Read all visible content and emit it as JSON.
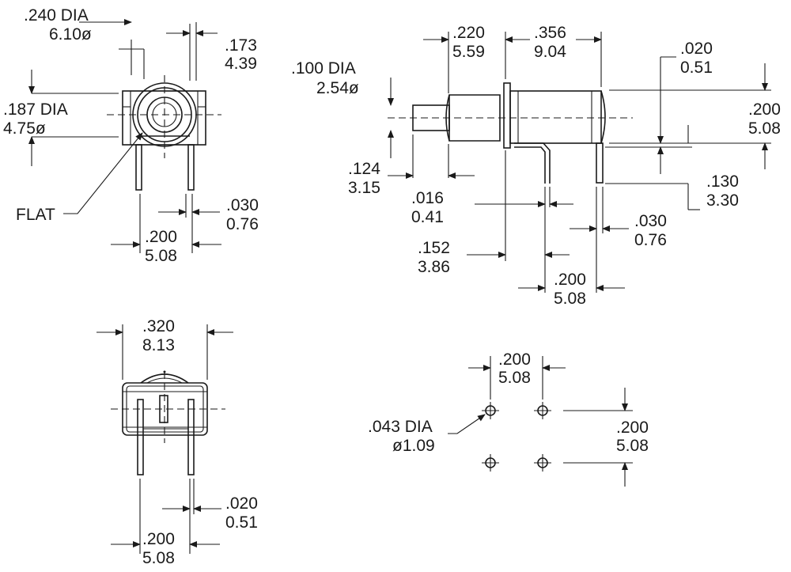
{
  "top_left_view": {
    "overall_dia": [
      ".240 DIA",
      "6.10ø"
    ],
    "pin_offset": [
      ".173",
      "4.39"
    ],
    "button_dia": [
      ".187 DIA",
      "4.75ø"
    ],
    "flat_label": "FLAT",
    "pin_width": [
      ".030",
      "0.76"
    ],
    "pin_spacing": [
      ".200",
      "5.08"
    ]
  },
  "side_view": {
    "plunger_dia": [
      ".100 DIA",
      "2.54ø"
    ],
    "plunger_length": [
      ".220",
      "5.59"
    ],
    "body_length": [
      ".356",
      "9.04"
    ],
    "flange_thickness": [
      ".020",
      "0.51"
    ],
    "body_height": [
      ".200",
      "5.08"
    ],
    "plunger_travel": [
      ".124",
      "3.15"
    ],
    "lead_thickness": [
      ".016",
      "0.41"
    ],
    "pin_height": [
      ".130",
      "3.30"
    ],
    "pin_width": [
      ".030",
      "0.76"
    ],
    "lead_offset": [
      ".152",
      "3.86"
    ],
    "lead_spacing": [
      ".200",
      "5.08"
    ]
  },
  "bottom_left_view": {
    "width": [
      ".320",
      "8.13"
    ],
    "pin_thickness": [
      ".020",
      "0.51"
    ],
    "pin_spacing": [
      ".200",
      "5.08"
    ]
  },
  "pcb_layout": {
    "hole_spacing_x": [
      ".200",
      "5.08"
    ],
    "hole_dia": [
      ".043 DIA",
      "ø1.09"
    ],
    "hole_spacing_y": [
      ".200",
      "5.08"
    ]
  }
}
